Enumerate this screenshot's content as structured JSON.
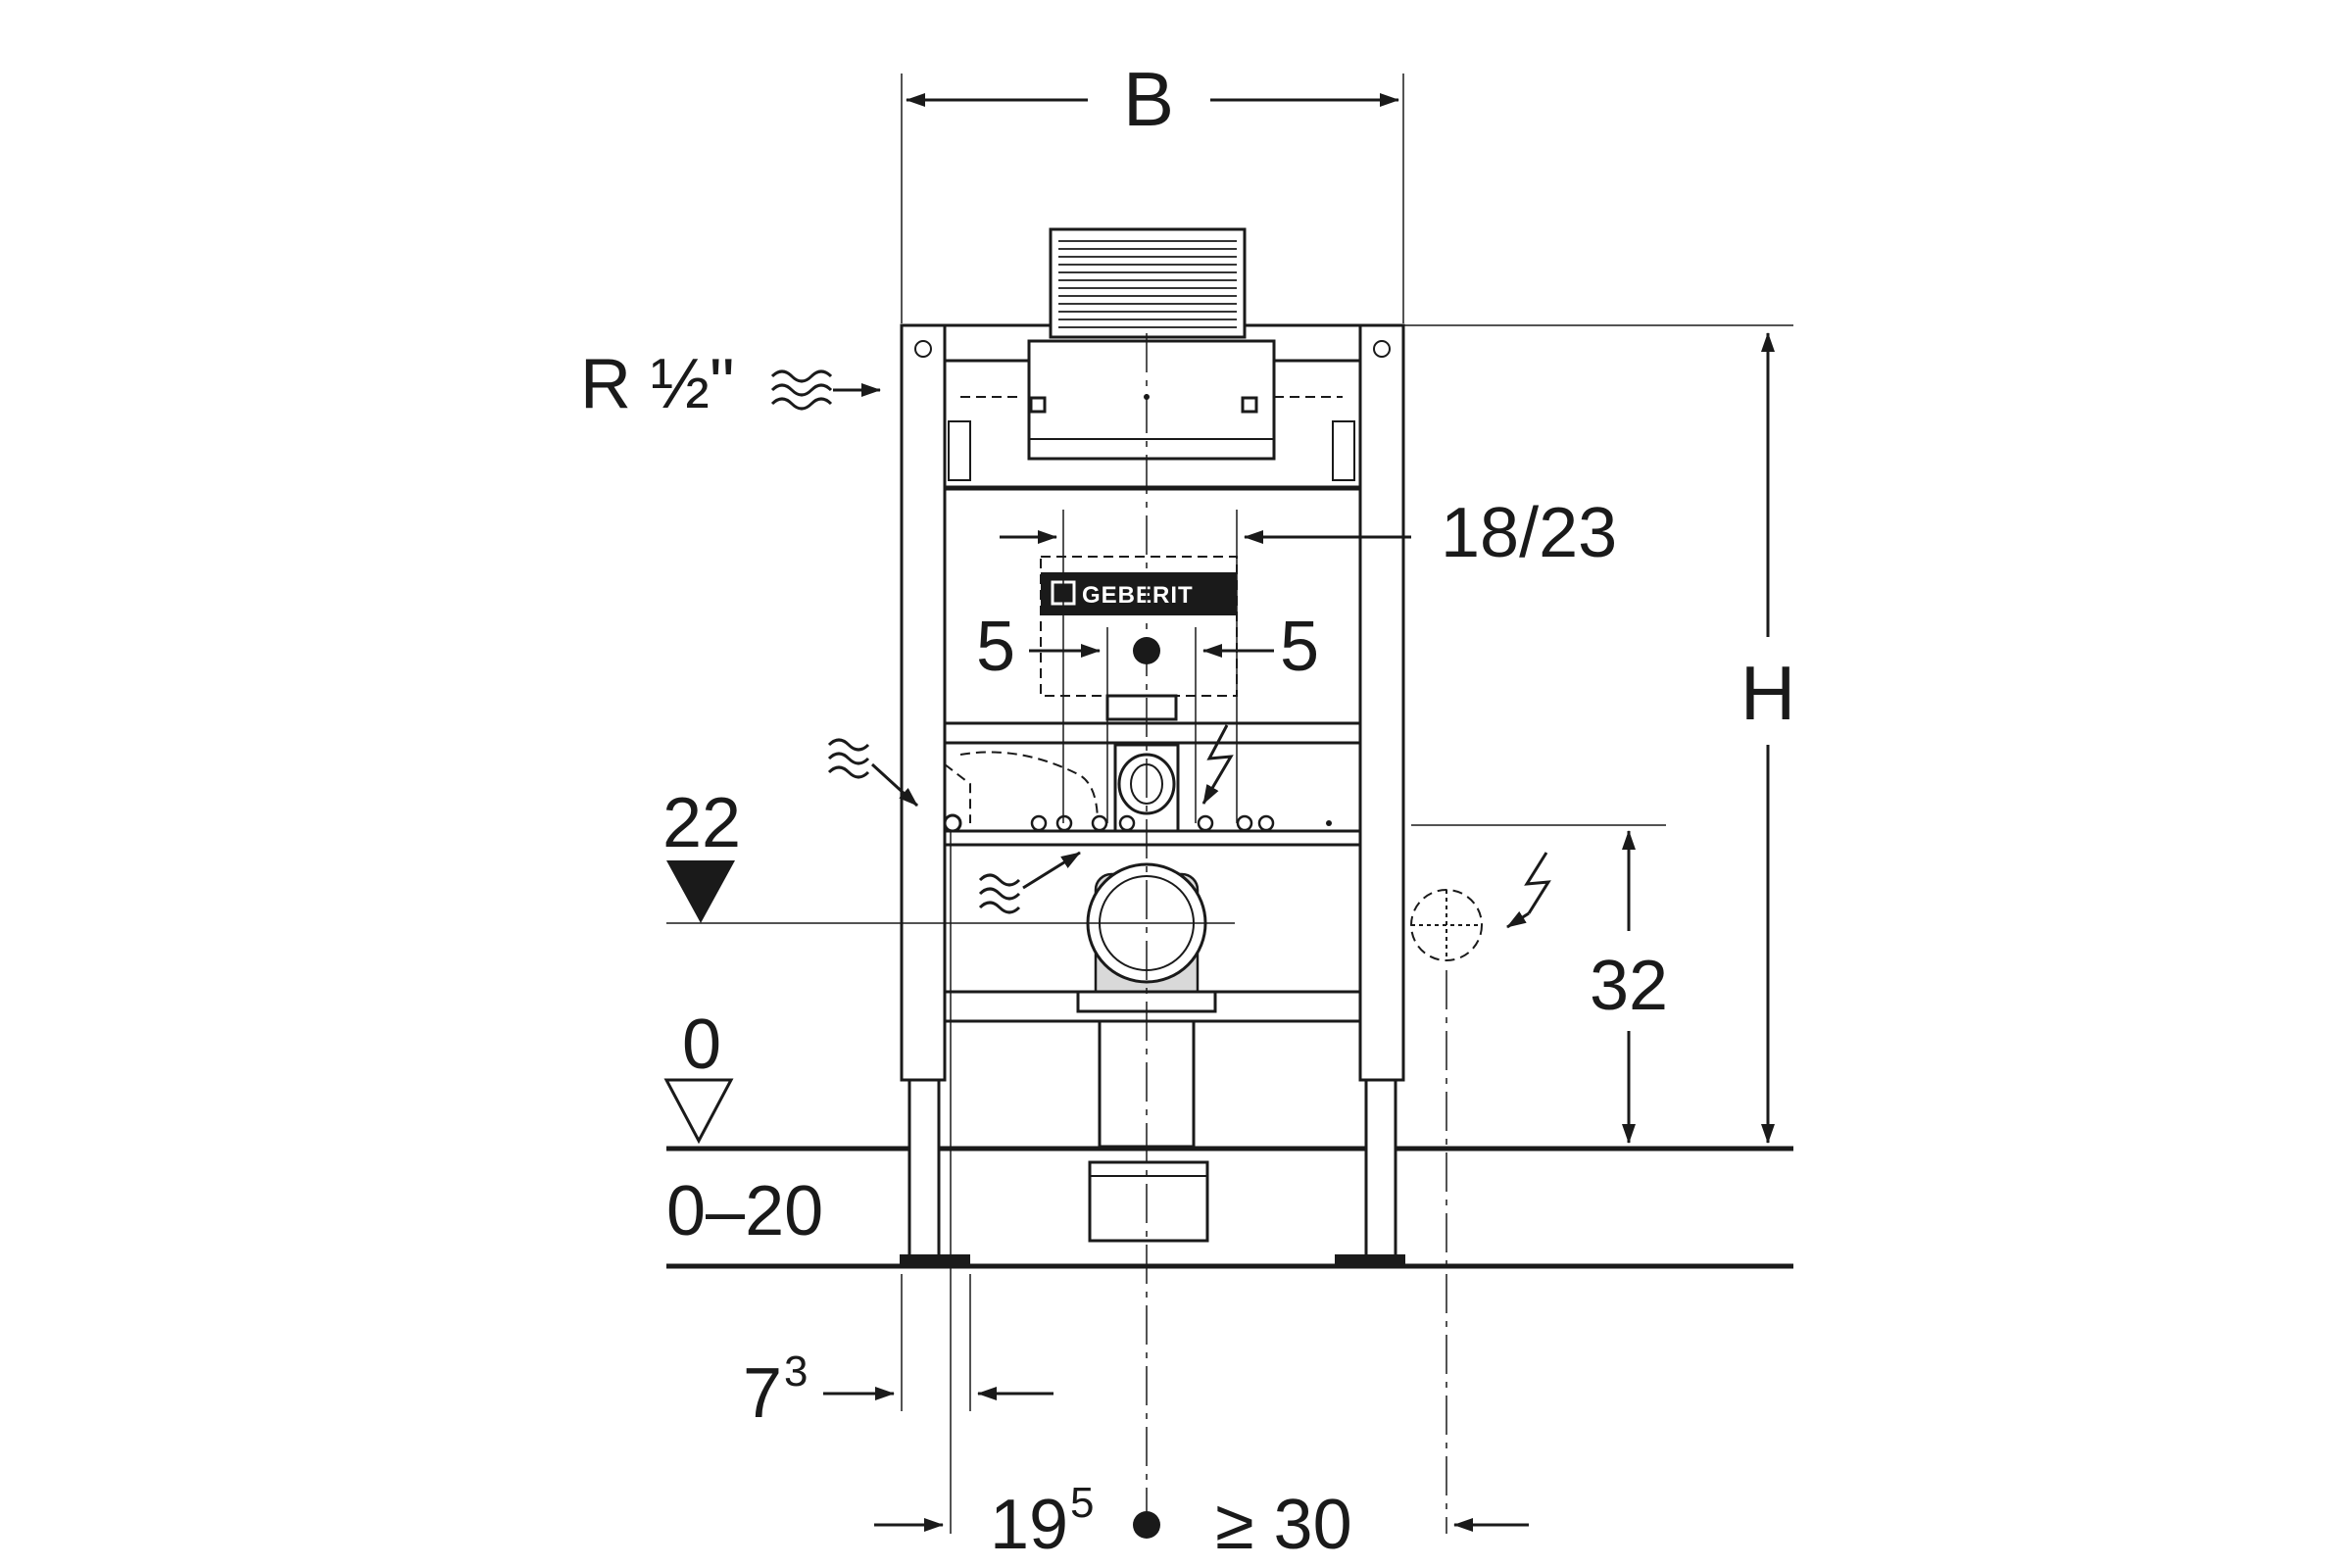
{
  "diagram": {
    "brand": "GEBERIT",
    "labels": {
      "width": "B",
      "height": "H",
      "water_connection": "R ½\"",
      "drain_spacing": "18/23",
      "offset_left": "5",
      "offset_right": "5",
      "drain_height": "22",
      "floor_level": "0",
      "floor_adjust": "0–20",
      "power_height": "32",
      "foot_offset_base": "7",
      "foot_offset_sup": "3",
      "axis_offset_base": "19",
      "axis_offset_sup": "5",
      "min_distance": "≥ 30"
    },
    "icons": {
      "water": "water-wave-icon",
      "power": "lightning-icon",
      "level": "level-triangle-icon"
    }
  }
}
